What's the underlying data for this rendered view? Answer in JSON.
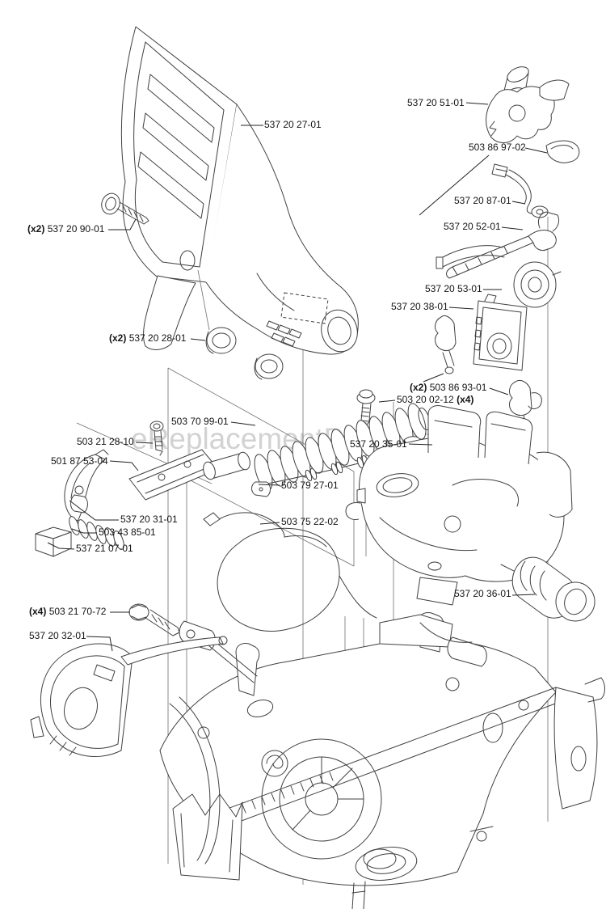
{
  "colors": {
    "line": "#404040",
    "label_text": "#141414",
    "watermark": "#d2d2d2",
    "background": "#ffffff"
  },
  "watermark": {
    "text": "eReplacementParts.com"
  },
  "labels": [
    {
      "id": "537 20 27-01",
      "pre": "",
      "text": "537 20 27-01",
      "post": ""
    },
    {
      "id": "537 20 51-01",
      "pre": "",
      "text": "537 20 51-01",
      "post": ""
    },
    {
      "id": "503 86 97-02",
      "pre": "",
      "text": "503 86 97-02",
      "post": ""
    },
    {
      "id": "537 20 87-01",
      "pre": "",
      "text": "537 20 87-01",
      "post": ""
    },
    {
      "id": "537 20 52-01",
      "pre": "",
      "text": "537 20 52-01",
      "post": ""
    },
    {
      "id": "537 20 53-01",
      "pre": "",
      "text": "537 20 53-01",
      "post": ""
    },
    {
      "id": "537 20 38-01",
      "pre": "",
      "text": "537 20 38-01",
      "post": ""
    },
    {
      "id": "537 20 90-01",
      "pre": "(x2) ",
      "text": "537 20 90-01",
      "post": ""
    },
    {
      "id": "537 20 28-01",
      "pre": "(x2) ",
      "text": "537 20 28-01",
      "post": ""
    },
    {
      "id": "503 70 99-01",
      "pre": "",
      "text": "503 70 99-01",
      "post": ""
    },
    {
      "id": "503 21 28-10",
      "pre": "",
      "text": "503 21 28-10",
      "post": ""
    },
    {
      "id": "501 87 53-04",
      "pre": "",
      "text": "501 87 53-04",
      "post": ""
    },
    {
      "id": "503 86 93-01",
      "pre": "(x2) ",
      "text": "503 86 93-01",
      "post": ""
    },
    {
      "id": "503 20 02-12",
      "pre": "",
      "text": "503 20 02-12",
      "post": " (x4)"
    },
    {
      "id": "537 20 35-01",
      "pre": "",
      "text": "537 20 35-01",
      "post": ""
    },
    {
      "id": "503 79 27-01",
      "pre": "",
      "text": "503 79 27-01",
      "post": ""
    },
    {
      "id": "503 75 22-02",
      "pre": "",
      "text": "503 75 22-02",
      "post": ""
    },
    {
      "id": "537 20 31-01",
      "pre": "",
      "text": "537 20 31-01",
      "post": ""
    },
    {
      "id": "503 43 85-01",
      "pre": "",
      "text": "503 43 85-01",
      "post": ""
    },
    {
      "id": "537 21 07-01",
      "pre": "",
      "text": "537 21 07-01",
      "post": ""
    },
    {
      "id": "537 20 36-01",
      "pre": "",
      "text": "537 20 36-01",
      "post": ""
    },
    {
      "id": "503 21 70-72",
      "pre": "(x4) ",
      "text": "503 21 70-72",
      "post": ""
    },
    {
      "id": "537 20 32-01",
      "pre": "",
      "text": "537 20 32-01",
      "post": ""
    }
  ]
}
